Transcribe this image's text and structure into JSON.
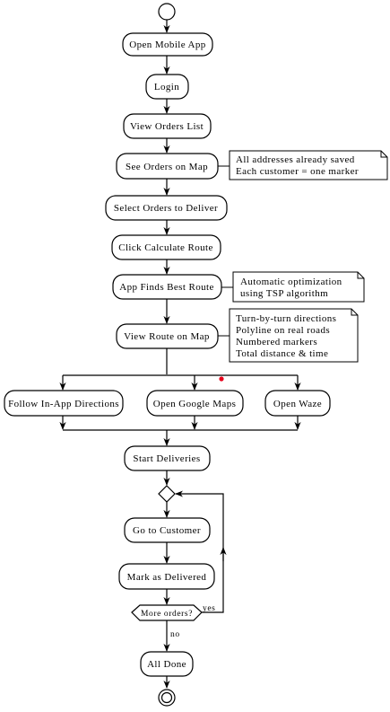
{
  "activities": {
    "open_app": "Open Mobile App",
    "login": "Login",
    "view_orders_list": "View Orders List",
    "see_orders_map": "See Orders on Map",
    "select_orders": "Select Orders to Deliver",
    "click_calculate": "Click Calculate Route",
    "app_finds_route": "App Finds Best Route",
    "view_route_map": "View Route on Map",
    "follow_inapp": "Follow In-App Directions",
    "open_google_maps": "Open Google Maps",
    "open_waze": "Open Waze",
    "start_deliveries": "Start Deliveries",
    "go_to_customer": "Go to Customer",
    "mark_delivered": "Mark as Delivered",
    "all_done": "All Done"
  },
  "decision": {
    "label": "More orders?",
    "yes": "yes",
    "no": "no"
  },
  "notes": {
    "map_note": [
      "All addresses already saved",
      "Each customer = one marker"
    ],
    "route_note": [
      "Automatic optimization",
      "using TSP algorithm"
    ],
    "view_note": [
      "Turn-by-turn directions",
      "Polyline on real roads",
      "Numbered markers",
      "Total distance & time"
    ]
  },
  "colors": {
    "stroke": "#000000",
    "fill": "#ffffff",
    "marker": "#e8001c"
  }
}
